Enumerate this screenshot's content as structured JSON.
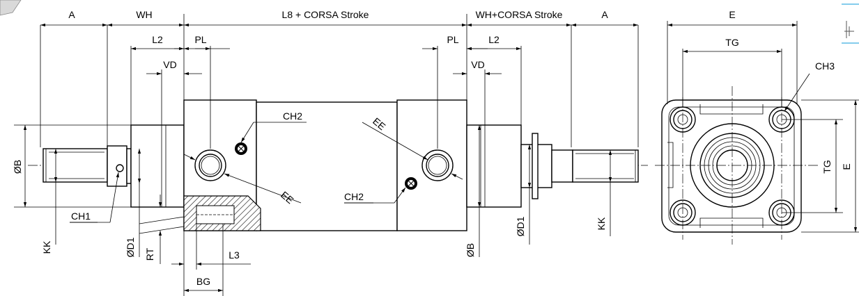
{
  "labels": {
    "A_left": "A",
    "WH": "WH",
    "L8_stroke": "L8 + CORSA Stroke",
    "WH_stroke": "WH+CORSA Stroke",
    "A_right": "A",
    "E_top": "E",
    "L2_left": "L2",
    "PL_left": "PL",
    "VD_left": "VD",
    "PL_right": "PL",
    "L2_right": "L2",
    "VD_right": "VD",
    "TG_top": "TG",
    "CH3": "CH3",
    "CH2_top": "CH2",
    "EE_right": "EE",
    "EE_left": "EE",
    "CH2_bottom": "CH2",
    "diam_B_left": "ØB",
    "CH1": "CH1",
    "KK_left": "KK",
    "diam_D1_left": "ØD1",
    "RT": "RT",
    "L3": "L3",
    "BG": "BG",
    "diam_B_bottom": "ØB",
    "diam_D1_right": "ØD1",
    "KK_right": "KK",
    "TG_side": "TG",
    "E_side": "E"
  }
}
